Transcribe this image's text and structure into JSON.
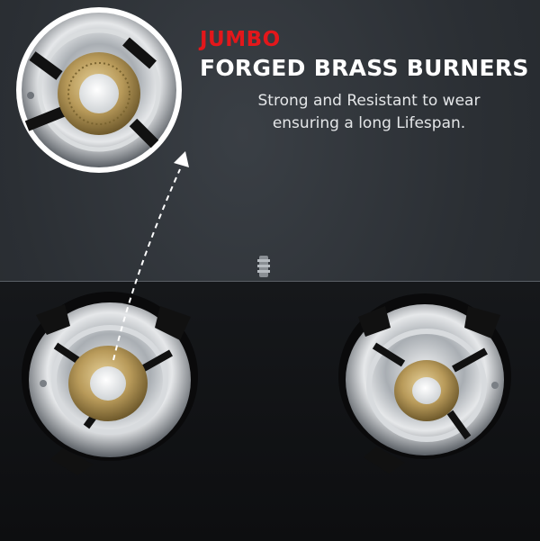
{
  "headline": {
    "highlight": "JUMBO",
    "title": "FORGED BRASS BURNERS",
    "description_line1": "Strong and Resistant to wear",
    "description_line2": "ensuring a long Lifespan."
  },
  "colors": {
    "highlight": "#e3171b",
    "title": "#ffffff",
    "background": "#2a2e33",
    "glass_top": "#0d0e10",
    "brass": "#b89a5a"
  },
  "icons": [
    "zoom-callout-circle",
    "dashed-arrow-icon",
    "gas-nozzle-icon"
  ]
}
